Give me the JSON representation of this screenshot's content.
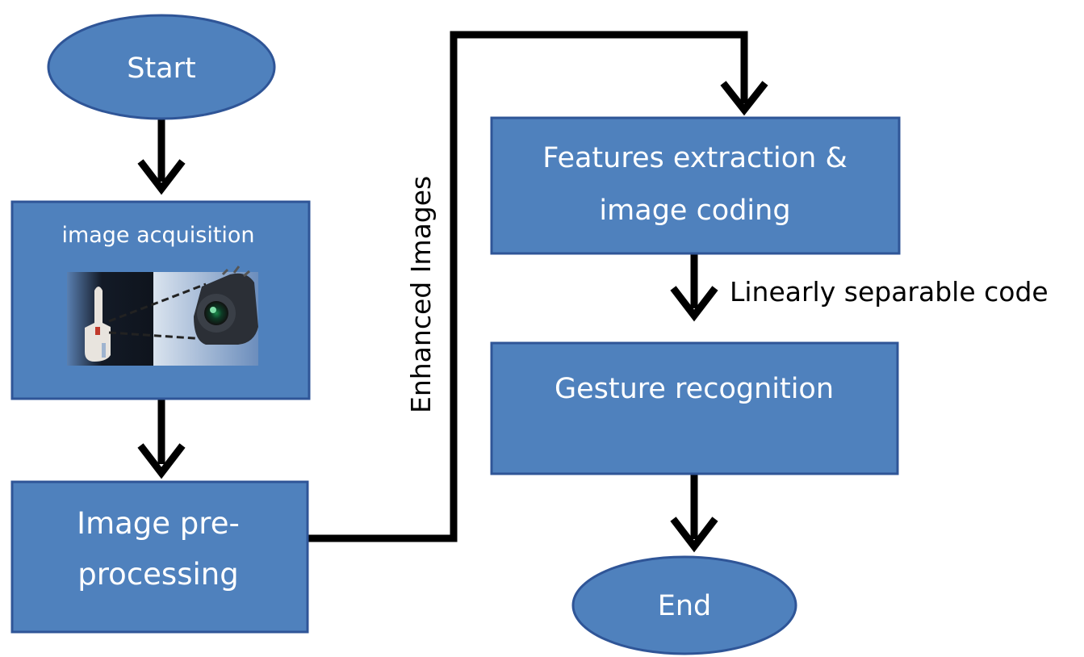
{
  "nodes": {
    "start": {
      "label": "Start"
    },
    "acquisition": {
      "label": "image acquisition"
    },
    "preprocessing": {
      "line1": "Image pre-",
      "line2": "processing"
    },
    "features": {
      "line1": "Features extraction &",
      "line2": "image coding"
    },
    "gesture": {
      "label": "Gesture recognition"
    },
    "end": {
      "label": "End"
    }
  },
  "edges": {
    "enhanced": {
      "label": "Enhanced Images"
    },
    "linear": {
      "label": "Linearly separable code"
    }
  },
  "colors": {
    "node_fill": "#4f81bd",
    "node_stroke": "#2f5597",
    "node_text": "#ffffff",
    "connector": "#000000"
  }
}
